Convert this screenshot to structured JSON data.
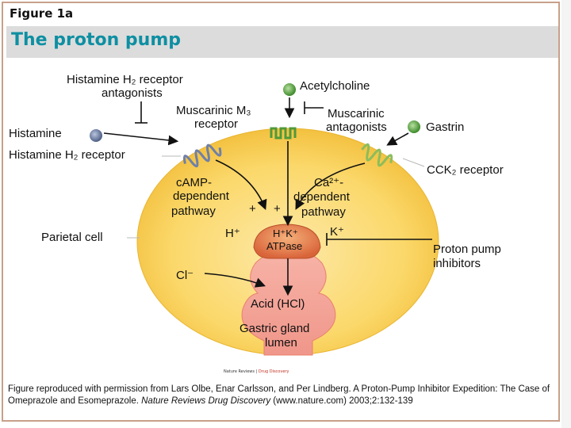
{
  "figure_label": "Figure 1a",
  "title": "The proton pump",
  "labels": {
    "h2_antagonists_1": "Histamine H₂ receptor",
    "h2_antagonists_2": "antagonists",
    "acetylcholine": "Acetylcholine",
    "muscarinic_m3_1": "Muscarinic M₃",
    "muscarinic_m3_2": "receptor",
    "muscarinic_antagonists_1": "Muscarinic",
    "muscarinic_antagonists_2": "antagonists",
    "gastrin": "Gastrin",
    "histamine": "Histamine",
    "histamine_h2_receptor": "Histamine H₂ receptor",
    "cck2_receptor": "CCK₂ receptor",
    "camp_1": "cAMP-",
    "camp_2": "dependent",
    "camp_3": "pathway",
    "ca_1": "Ca²⁺-",
    "ca_2": "dependent",
    "ca_3": "pathway",
    "plus_left": "+",
    "plus_right": "+",
    "parietal_cell": "Parietal cell",
    "h_plus": "H⁺",
    "hk_1": "H⁺K⁺",
    "hk_2": "ATPase",
    "k_plus": "K⁺",
    "ppi_1": "Proton pump",
    "ppi_2": "inhibitors",
    "cl_minus": "Cl⁻",
    "acid": "Acid (HCl)",
    "lumen_1": "Gastric gland",
    "lumen_2": "lumen"
  },
  "logo_left": "Nature Reviews",
  "logo_right": "Drug Discovery",
  "caption": {
    "part1": "Figure reproduced with permission from Lars Olbe, Enar Carlsson, and Per Lindberg. A Proton-Pump Inhibitor Expedition: The Case of Omeprazole and Esomeprazole. ",
    "journal": "Nature Reviews Drug Discovery",
    "part2": " (www.nature.com) 2003;2:132-139"
  },
  "colors": {
    "title": "#0e8fa2",
    "cell_fill": "#fbd86a",
    "lumen_fill": "#f4a496",
    "receptor_blue": "#7b8bb0",
    "receptor_green": "#6aa84f"
  }
}
